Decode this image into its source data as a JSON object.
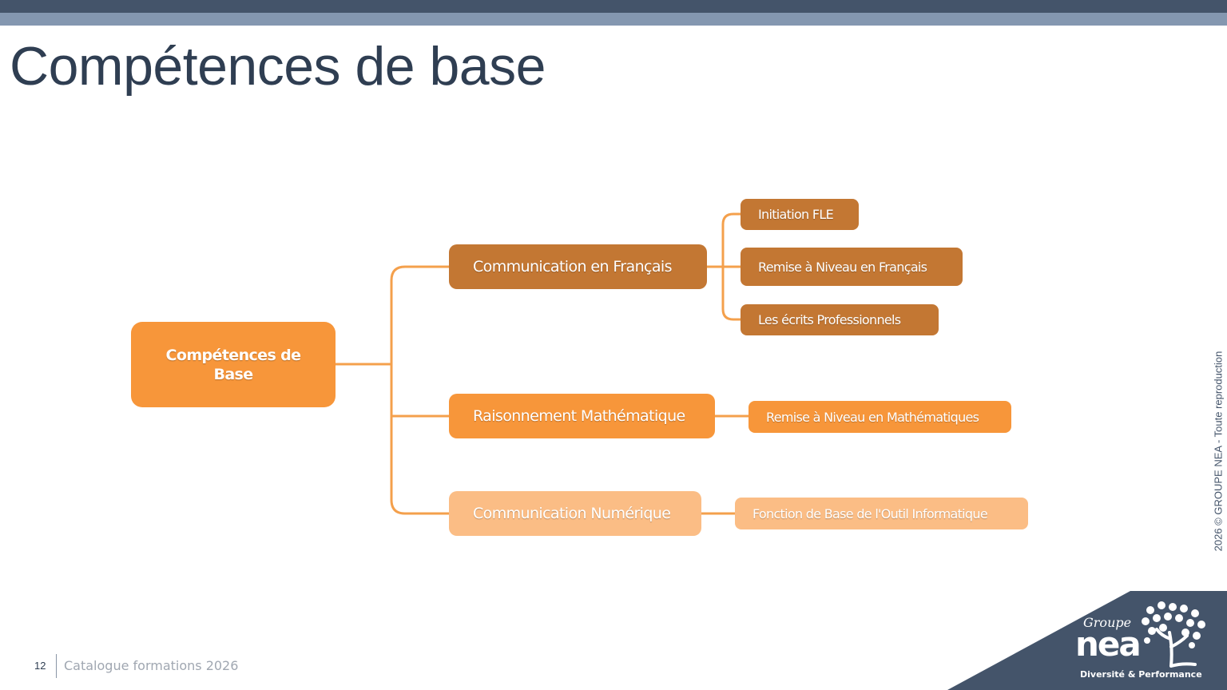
{
  "header": {
    "title": "Compétences de base",
    "bar_colors": {
      "dark": "#44546a",
      "light": "#8497b0"
    }
  },
  "mindmap": {
    "connector_color": "#f4a04c",
    "root": {
      "label": "Compétences de\nBase",
      "color": "#f7963a"
    },
    "branches": [
      {
        "label": "Communication en Français",
        "color": "#c37733",
        "children": [
          {
            "label": "Initiation FLE",
            "color": "#c37733"
          },
          {
            "label": "Remise à Niveau en Français",
            "color": "#c37733"
          },
          {
            "label": "Les écrits Professionnels",
            "color": "#c37733"
          }
        ]
      },
      {
        "label": "Raisonnement Mathématique",
        "color": "#f7963a",
        "children": [
          {
            "label": "Remise à Niveau en Mathématiques",
            "color": "#f7963a"
          }
        ]
      },
      {
        "label": "Communication Numérique",
        "color": "#fbbd85",
        "children": [
          {
            "label": "Fonction de Base de l'Outil Informatique",
            "color": "#fbbd85"
          }
        ]
      }
    ]
  },
  "sidebar_note": "2026 © GROUPE NEA - Toute reproduction",
  "footer": {
    "page_number": "12",
    "catalogue": "Catalogue formations 2026"
  },
  "logo": {
    "groupe": "Groupe",
    "name": "nea",
    "tagline": "Diversité & Performance",
    "color": "#44546a"
  }
}
